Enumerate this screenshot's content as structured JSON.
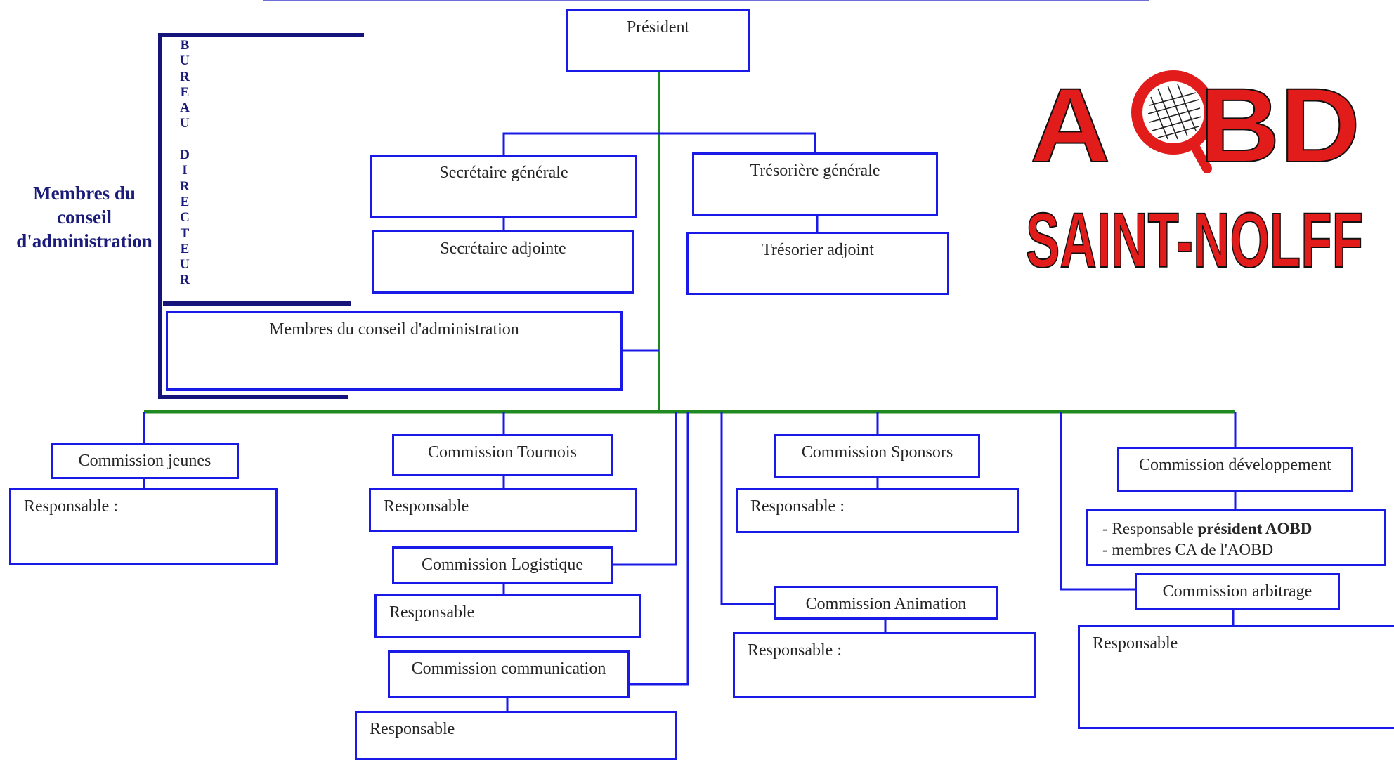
{
  "logo": {
    "line1": "AOBD",
    "line2": "SAINT-NOLFF",
    "color": "#e21b1b"
  },
  "side_label": [
    "Membres du",
    "conseil",
    "d'administration"
  ],
  "bureau_vertical": [
    "B",
    "U",
    "R",
    "E",
    "A",
    "U",
    " ",
    "D",
    "I",
    "R",
    "E",
    "C",
    "T",
    "E",
    "U",
    "R"
  ],
  "nodes": {
    "president": "Président",
    "secretaire_generale": "Secrétaire générale",
    "secretaire_adjointe": "Secrétaire adjointe",
    "tresoriere_generale": "Trésorière générale",
    "tresorier_adjoint": "Trésorier adjoint",
    "membres_ca": "Membres du conseil d'administration",
    "commission_jeunes": "Commission jeunes",
    "commission_tournois": "Commission Tournois",
    "commission_logistique": "Commission Logistique",
    "commission_communication": "Commission communication",
    "commission_sponsors": "Commission Sponsors",
    "commission_animation": "Commission Animation",
    "commission_developpement": "Commission développement",
    "commission_arbitrage": "Commission arbitrage",
    "resp_jeunes": "Responsable :",
    "resp_tournois": "Responsable",
    "resp_logistique": "Responsable",
    "resp_communication": "Responsable",
    "resp_sponsors": "Responsable :",
    "resp_animation": "Responsable :",
    "resp_arbitrage": "Responsable",
    "dev_line1_prefix": "- Responsable ",
    "dev_line1_bold": "président AOBD",
    "dev_line2": "-  membres CA de l'AOBD"
  },
  "colors": {
    "box_border": "#1a1ae6",
    "main_line": "#1f8a1f",
    "connector": "#1a1ae6",
    "bracket": "#14147a"
  }
}
